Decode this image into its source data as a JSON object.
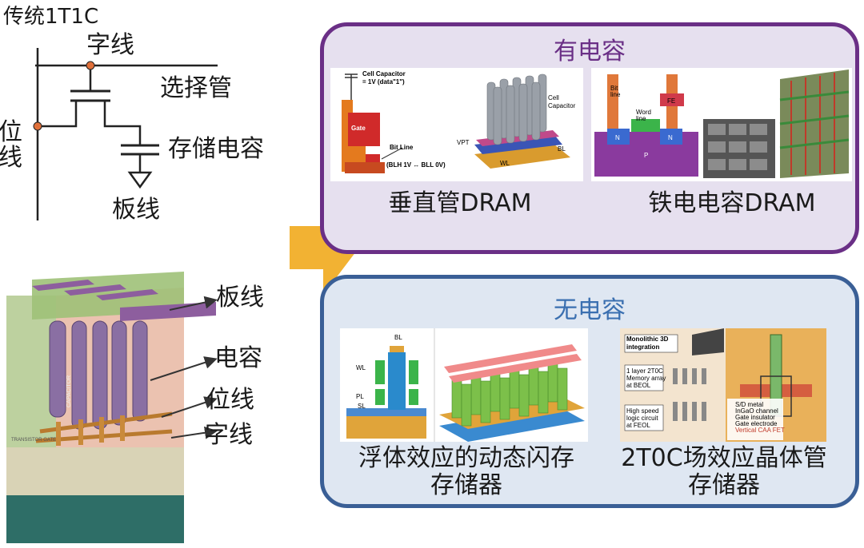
{
  "circuit": {
    "title": "传统1T1C",
    "word_line": "字线",
    "bit_line": "位线",
    "transistor": "选择管",
    "capacitor": "存储电容",
    "plate_line": "板线"
  },
  "stack3d": {
    "labels": [
      "板线",
      "电容",
      "位线",
      "字线"
    ],
    "inner_texts": [
      "CAPACITOR",
      "TRANSISTOR GATE"
    ]
  },
  "panel_with_cap": {
    "title": "有电容",
    "items": [
      {
        "caption": "垂直管DRAM",
        "texts": [
          "Cell Capacitor",
          "= 1V (data\"1\")",
          "Gate",
          "Bit Line",
          "(BLH 1V ↔ BLL 0V)",
          "Cell",
          "Capacitor",
          "VPT",
          "BL",
          "WL"
        ]
      },
      {
        "caption": "铁电电容DRAM",
        "texts": [
          "Bit",
          "line",
          "FE",
          "Word",
          "line",
          "N",
          "N",
          "P"
        ]
      }
    ]
  },
  "panel_no_cap": {
    "title": "无电容",
    "items": [
      {
        "caption_lines": [
          "浮体效应的动态闪存",
          "存储器"
        ],
        "texts": [
          "BL",
          "WL",
          "PL",
          "SL"
        ]
      },
      {
        "caption_lines": [
          "2T0C场效应晶体管",
          "存储器"
        ],
        "texts": [
          "Monolithic 3D",
          "integration",
          "1 layer 2T0C",
          "Memory array",
          "at BEOL",
          "High speed",
          "logic circuit",
          "at FEOL",
          "S/D metal",
          "InGaO channel",
          "Gate insulator",
          "Gate electrode",
          "Vertical CAA FET"
        ]
      }
    ]
  },
  "colors": {
    "panel_with_cap_border": "#6a2f86",
    "panel_with_cap_fill": "#e6e0ef",
    "panel_with_cap_title": "#6a2f86",
    "panel_no_cap_border": "#3a5f96",
    "panel_no_cap_fill": "#dfe7f2",
    "panel_no_cap_title": "#3a6fb0",
    "arrow": "#f2b233",
    "node": "#e0703a"
  }
}
